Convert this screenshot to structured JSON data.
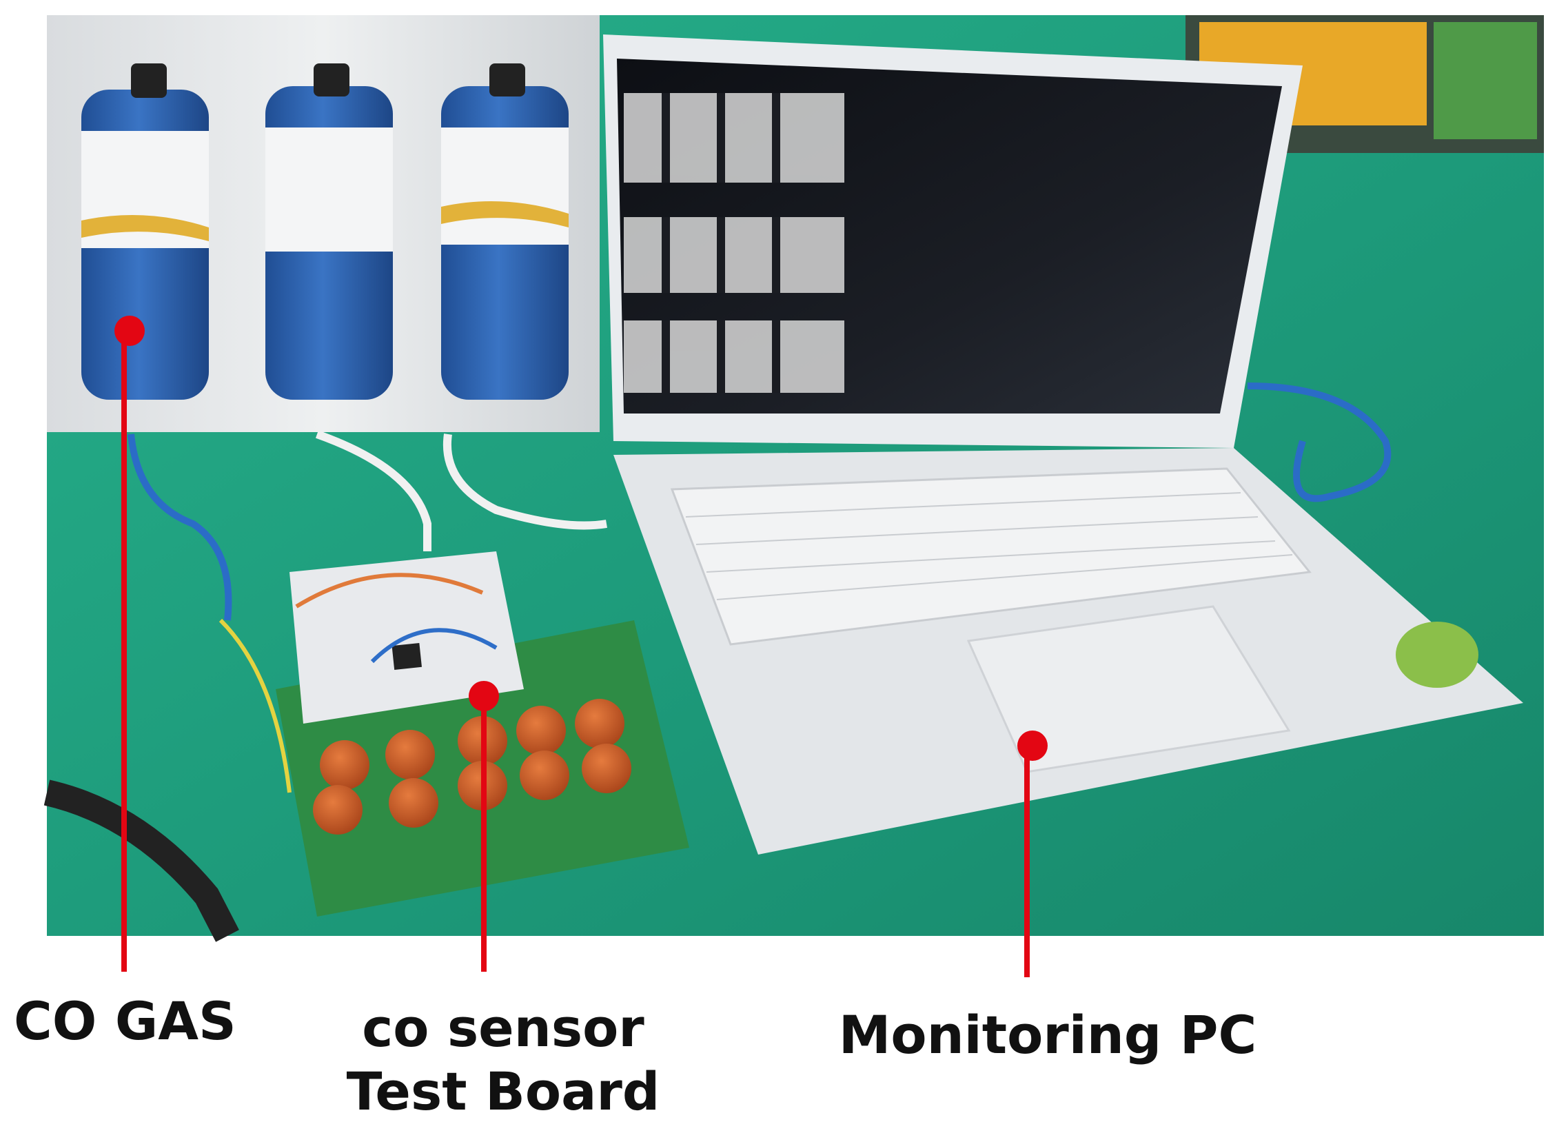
{
  "labels": {
    "co_gas": "CO GAS",
    "board_line1": "co sensor",
    "board_line2": "Test Board",
    "pc": "Monitoring PC"
  },
  "colors": {
    "table": "#1f9e7f",
    "table_light": "#3fc39c",
    "bottle_blue": "#2f64b0",
    "pointer_red": "#e30613",
    "laptop_shell": "#e9ecef",
    "screen": "#1a1c22",
    "sensor_orange": "#c8571e",
    "pcb_green": "#2e8c45"
  }
}
